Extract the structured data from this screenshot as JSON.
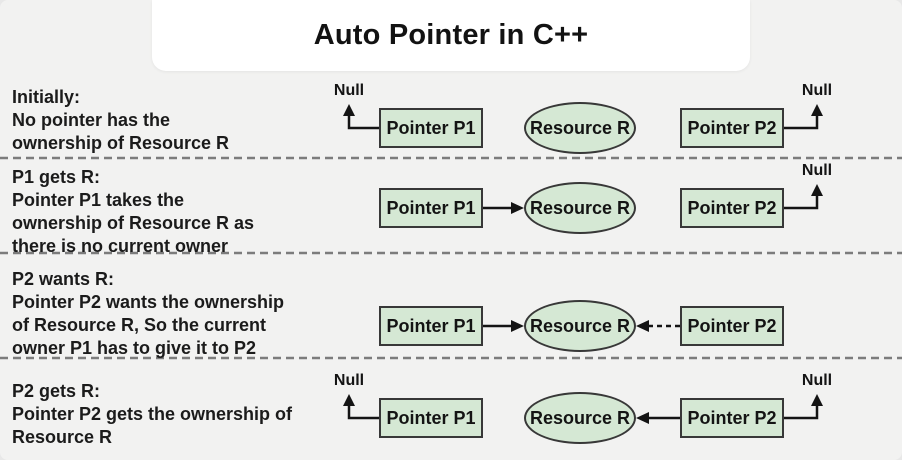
{
  "title": "Auto Pointer in C++",
  "labels": {
    "pointer_p1": "Pointer P1",
    "pointer_p2": "Pointer P2",
    "resource": "Resource R",
    "null_marker": "Null"
  },
  "colors": {
    "background": "#f2f2f1",
    "card": "#ffffff",
    "node_fill": "#d5e8d4",
    "node_border": "#383838",
    "text": "#1b1b1b",
    "separator": "#7c7c7c",
    "arrow": "#141414"
  },
  "rows": [
    {
      "name": "initially",
      "text": "Initially:\nNo pointer has the\nownership of Resource R"
    },
    {
      "name": "p1-gets-r",
      "text": "P1 gets R:\nPointer P1 takes the\nownership of Resource R as\nthere is no current owner"
    },
    {
      "name": "p2-wants-r",
      "text": "P2 wants R:\nPointer P2 wants the ownership\nof Resource R, So the current\nowner P1 has to give it to P2"
    },
    {
      "name": "p2-gets-r",
      "text": "P2 gets R:\nPointer P2 gets the ownership of\nResource R"
    }
  ]
}
